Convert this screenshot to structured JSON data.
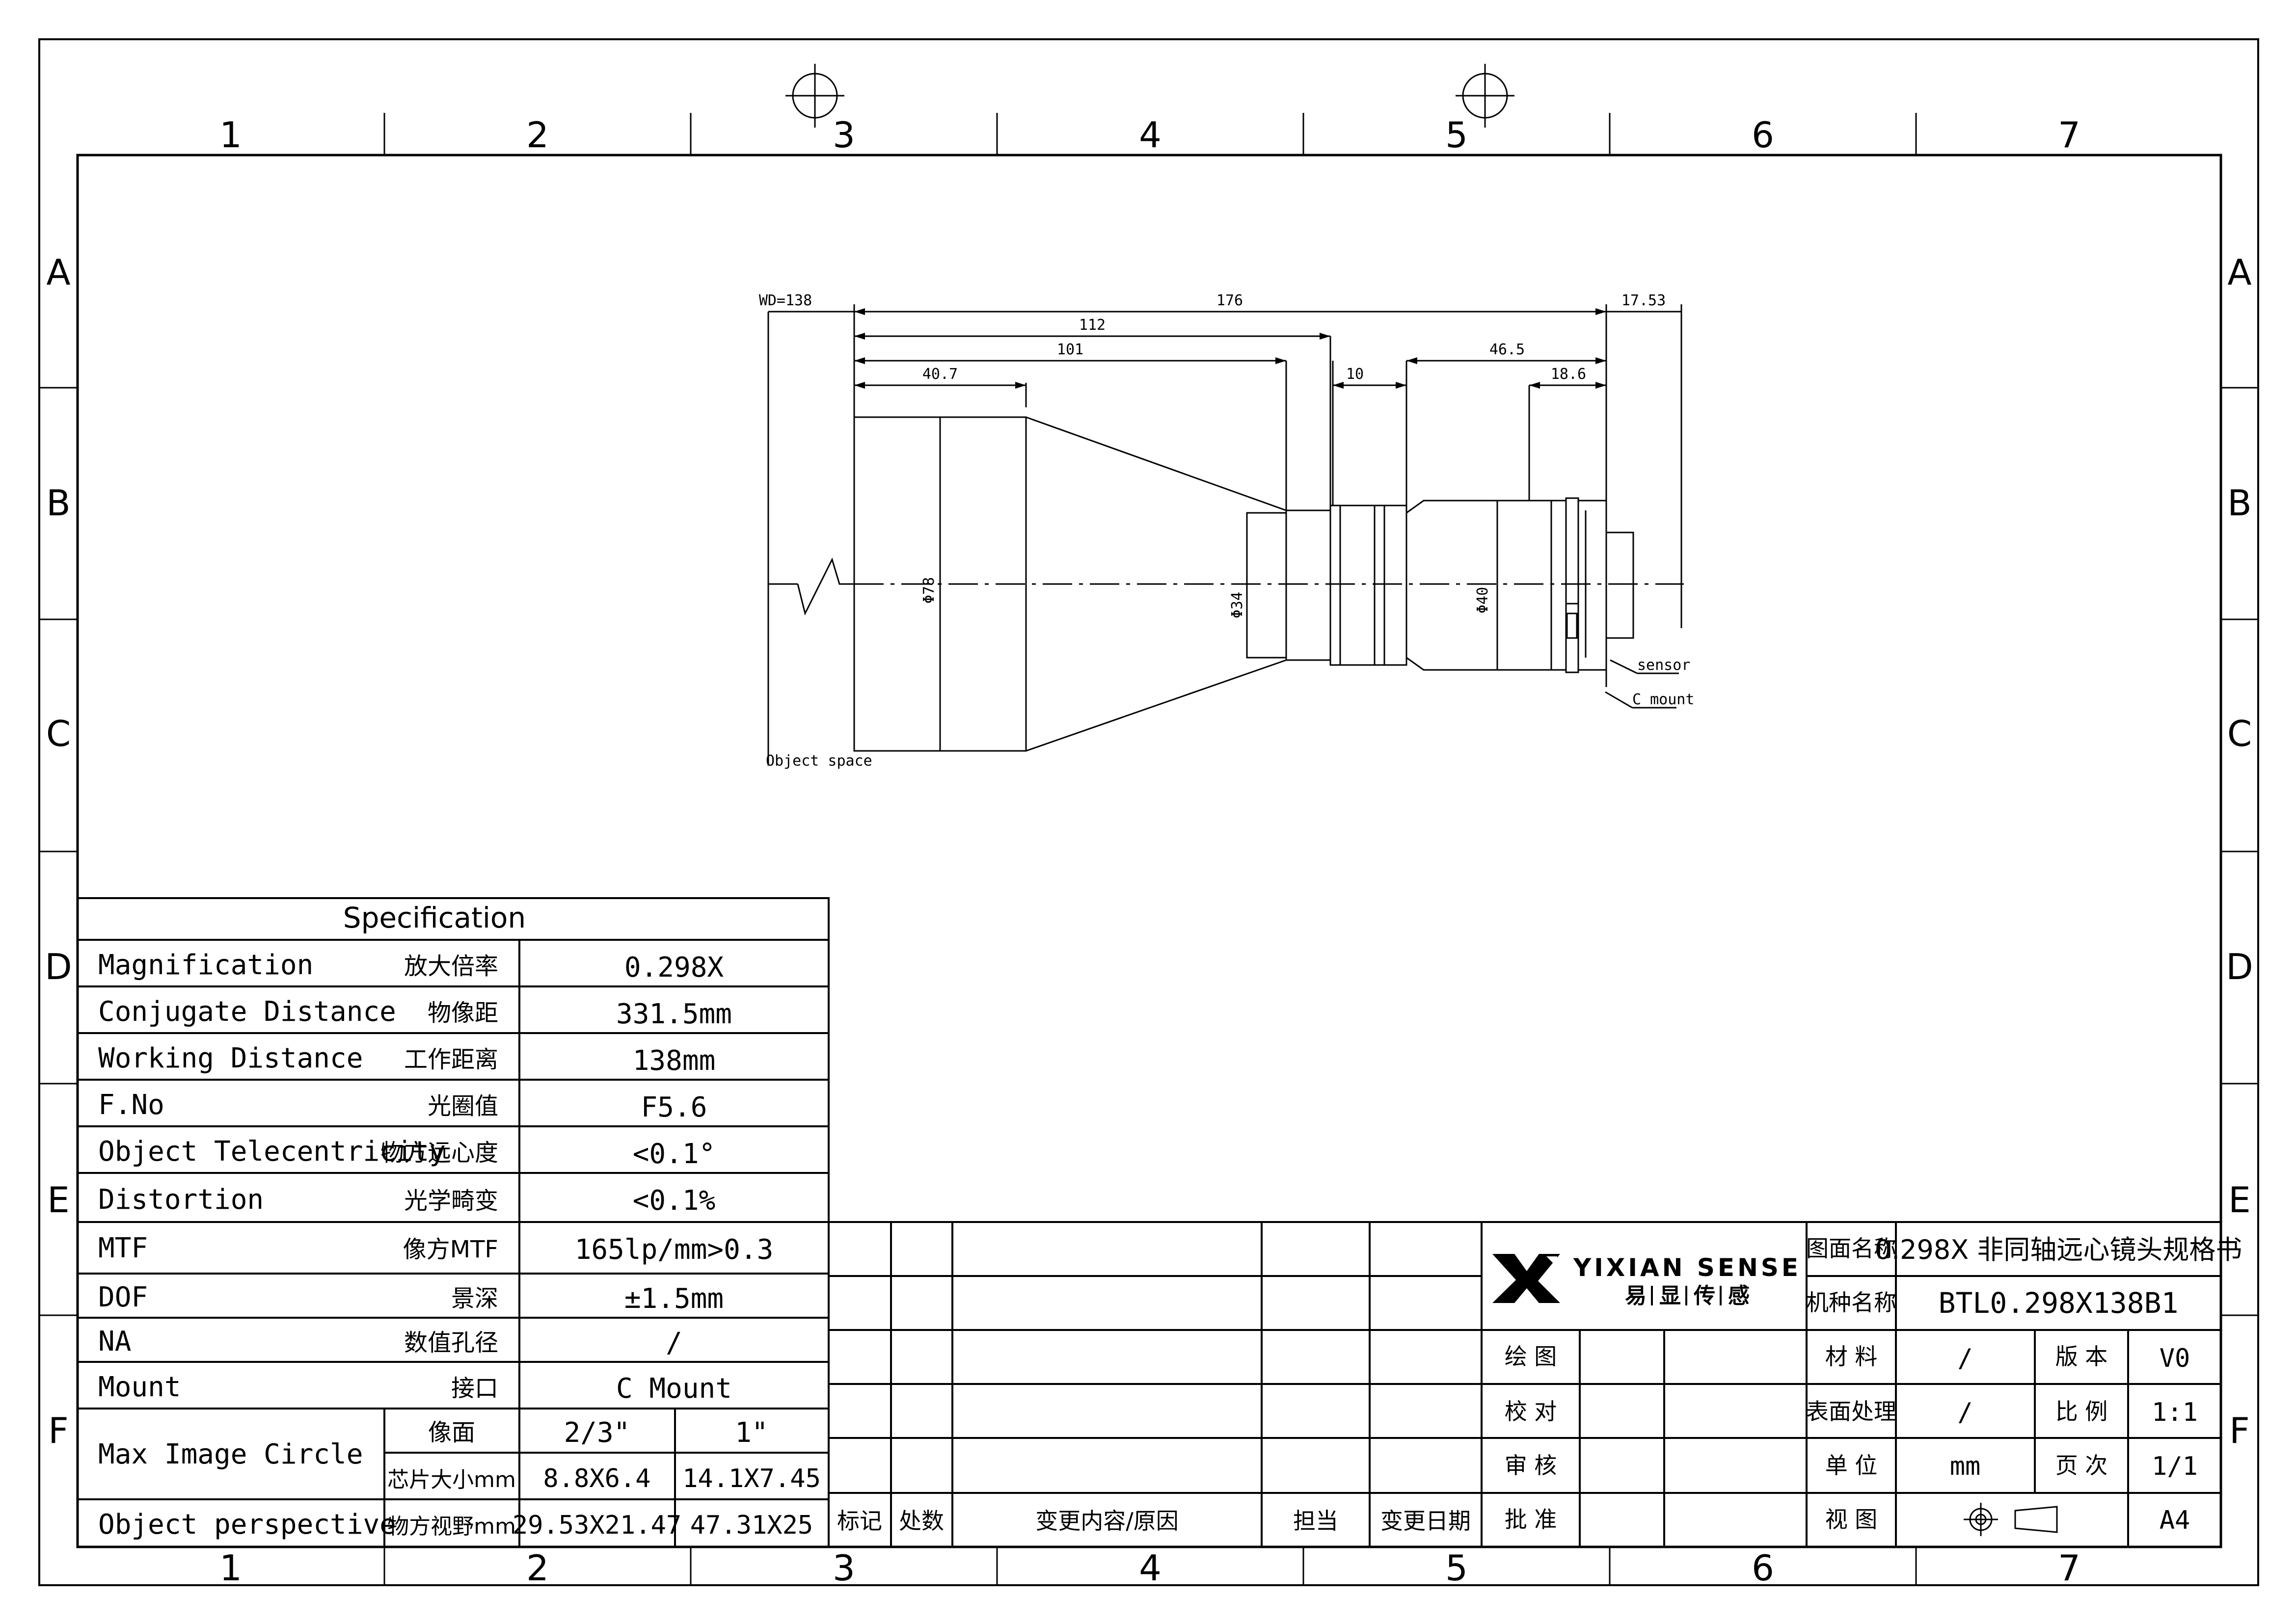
{
  "frame": {
    "columns": [
      "1",
      "2",
      "3",
      "4",
      "5",
      "6",
      "7"
    ],
    "rows": [
      "A",
      "B",
      "C",
      "D",
      "E",
      "F"
    ]
  },
  "drawing": {
    "dims": {
      "wd": "WD=138",
      "total": "176",
      "d112": "112",
      "d101": "101",
      "d40_7": "40.7",
      "d10": "10",
      "d46_5": "46.5",
      "d18_6": "18.6",
      "d17_53": "17.53",
      "dia78": "Φ78",
      "dia34": "Φ34",
      "dia40": "Φ40"
    },
    "labels": {
      "object_space": "Object space",
      "sensor": "sensor",
      "c_mount": "C mount"
    }
  },
  "spec": {
    "title": "Specification",
    "rows": [
      {
        "en": "Magnification",
        "cn": "放大倍率",
        "value": "0.298X"
      },
      {
        "en": "Conjugate Distance",
        "cn": "物像距",
        "value": "331.5mm"
      },
      {
        "en": "Working Distance",
        "cn": "工作距离",
        "value": "138mm"
      },
      {
        "en": "F.No",
        "cn": "光圈值",
        "value": "F5.6"
      },
      {
        "en": "Object Telecentricity",
        "cn": "物方远心度",
        "value": "<0.1°"
      },
      {
        "en": "Distortion",
        "cn": "光学畸变",
        "value": "<0.1%"
      },
      {
        "en": "MTF",
        "cn": "像方MTF",
        "value": "165lp/mm>0.3"
      },
      {
        "en": "DOF",
        "cn": "景深",
        "value": "±1.5mm"
      },
      {
        "en": "NA",
        "cn": "数值孔径",
        "value": "/"
      },
      {
        "en": "Mount",
        "cn": "接口",
        "value": "C Mount"
      }
    ],
    "max_image_circle": {
      "en": "Max Image Circle",
      "row1_cn": "像面",
      "row1_v1": "2/3\"",
      "row1_v2": "1\"",
      "row2_cn": "芯片大小mm",
      "row2_v1": "8.8X6.4",
      "row2_v2": "14.1X7.45"
    },
    "object_perspective": {
      "en": "Object perspective",
      "cn": "物方视野mm",
      "v1": "29.53X21.47",
      "v2": "47.31X25"
    }
  },
  "revision": {
    "headers": [
      "标记",
      "处数",
      "变更内容/原因",
      "担当",
      "变更日期"
    ]
  },
  "title_block": {
    "logo_text": "YIXIAN SENSE",
    "logo_cn": [
      "易",
      "显",
      "传",
      "感"
    ],
    "sign_labels": [
      "绘 图",
      "校 对",
      "审 核",
      "批 准"
    ],
    "drawing_name_label": "图面名称",
    "drawing_name": "0.298X 非同轴远心镜头规格书",
    "model_label": "机种名称",
    "model": "BTL0.298X138B1",
    "material_label": "材 料",
    "material": "/",
    "version_label": "版 本",
    "version": "V0",
    "surface_label": "表面处理",
    "surface": "/",
    "scale_label": "比 例",
    "scale": "1:1",
    "unit_label": "单 位",
    "unit": "mm",
    "page_label": "页 次",
    "page": "1/1",
    "view_label": "视 图",
    "size": "A4"
  }
}
